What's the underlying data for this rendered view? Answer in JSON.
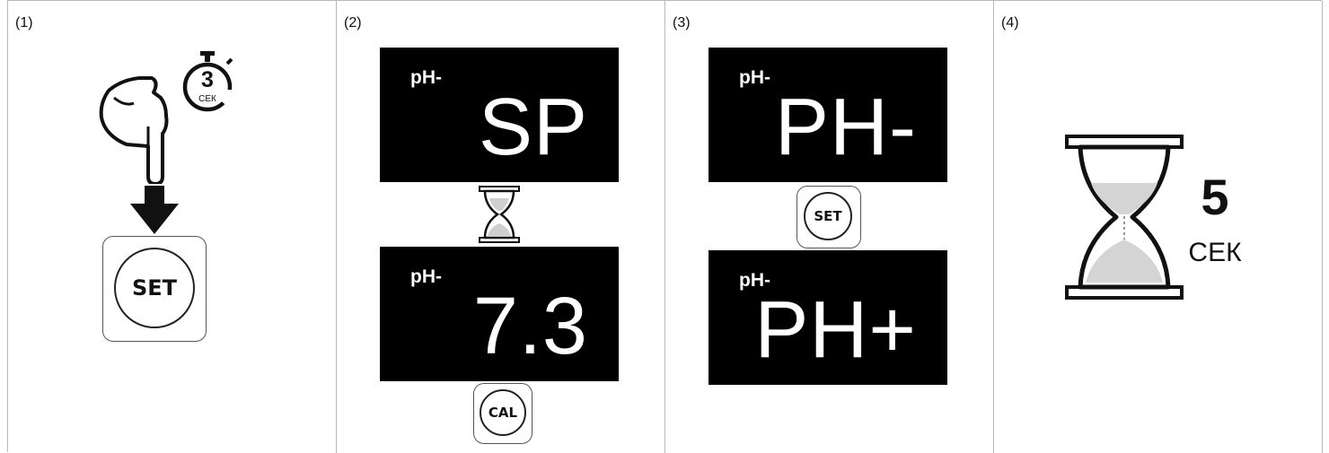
{
  "panels": [
    {
      "label": "(1)",
      "set_button": "SET",
      "timer_value": "3",
      "timer_unit": "СЕК"
    },
    {
      "label": "(2)",
      "display_1": {
        "tag": "pH-",
        "value": "SP"
      },
      "display_2": {
        "tag": "pH-",
        "value": "7.3"
      },
      "cal_button": "CAL"
    },
    {
      "label": "(3)",
      "display_1": {
        "tag": "pH-",
        "value": "PH-"
      },
      "set_button": "SET",
      "display_2": {
        "tag": "pH-",
        "value": "PH+"
      }
    },
    {
      "label": "(4)",
      "wait_value": "5",
      "wait_unit": "СЕК"
    }
  ],
  "colors": {
    "display_bg": "#000000",
    "display_text": "#ffffff",
    "border": "#b8b8b8"
  },
  "icons": [
    "hand-pointer-icon",
    "stopwatch-icon",
    "down-arrow-icon",
    "hourglass-icon"
  ]
}
